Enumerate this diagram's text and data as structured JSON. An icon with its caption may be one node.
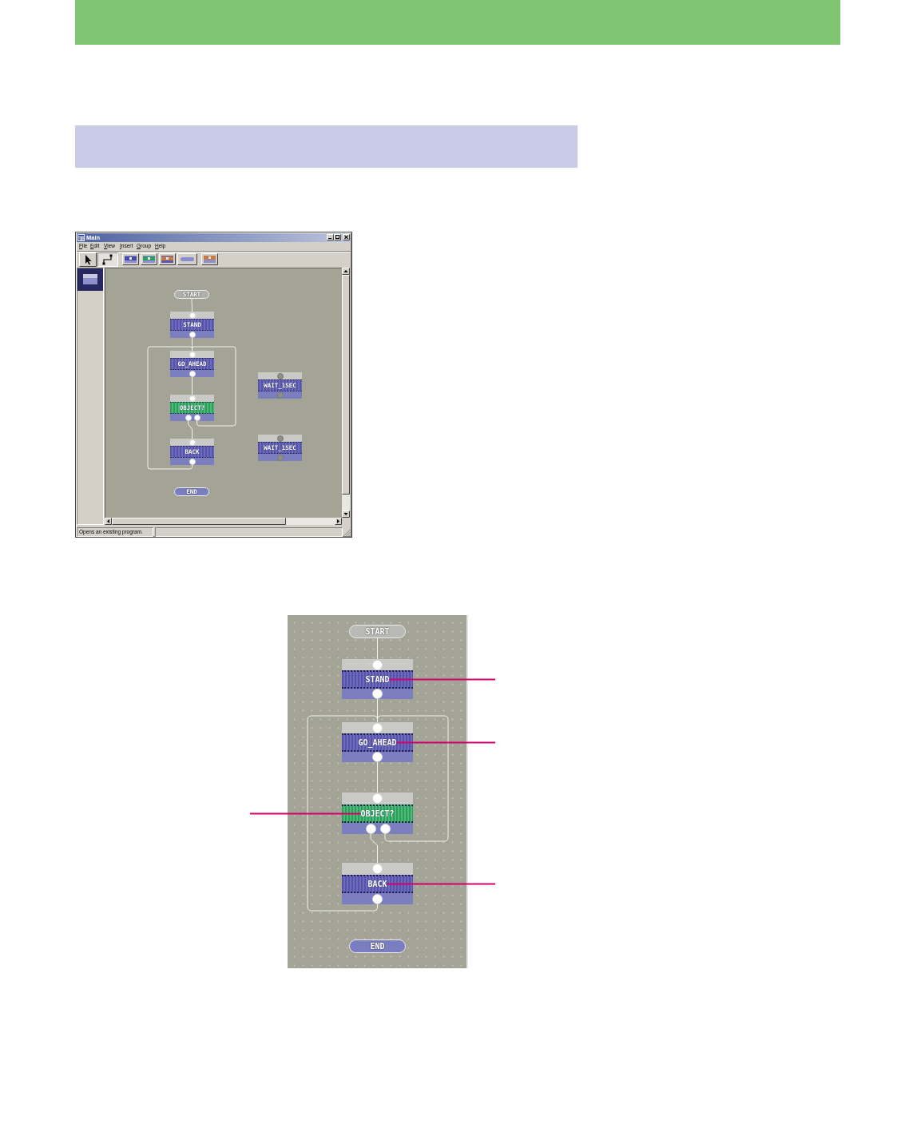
{
  "diagram": {
    "nodes": [
      {
        "text": [],
        "shape": "bar"
      },
      {
        "text": [],
        "shape": "bar"
      },
      {
        "text": [
          "START"
        ]
      },
      {
        "text": [
          "STAND"
        ]
      },
      {
        "text": [
          "GO_AHEAD"
        ]
      },
      {
        "text": [
          "OBJECT?"
        ]
      },
      {
        "text": [
          "BACK"
        ]
      },
      {
        "text": [
          "END"
        ]
      },
      {
        "text": [
          "WAIT_1SEC"
        ]
      },
      {
        "text": [
          "WAIT_1SEC"
        ]
      },
      {
        "text": [
          "START"
        ]
      },
      {
        "text": [
          "STAND"
        ]
      },
      {
        "text": [
          "GO_AHEAD"
        ]
      },
      {
        "text": [
          "OBJECT?"
        ]
      },
      {
        "text": [
          "BACK"
        ]
      },
      {
        "text": [
          "END"
        ]
      }
    ],
    "edges": [
      {
        "from": 2,
        "to": 3,
        "arrow": "none"
      },
      {
        "from": 3,
        "to": 4,
        "arrow": "none"
      },
      {
        "from": 4,
        "to": 5,
        "arrow": "none"
      },
      {
        "from": 5,
        "to": 6,
        "arrow": "none"
      },
      {
        "from": 5,
        "to": 4,
        "arrow": "none"
      },
      {
        "from": 6,
        "to": 4,
        "arrow": "none"
      },
      {
        "from": 10,
        "to": 11,
        "arrow": "none"
      },
      {
        "from": 11,
        "to": 12,
        "arrow": "none"
      },
      {
        "from": 12,
        "to": 13,
        "arrow": "none"
      },
      {
        "from": 13,
        "to": 14,
        "arrow": "none"
      },
      {
        "from": 13,
        "to": 12,
        "arrow": "none"
      },
      {
        "from": 14,
        "to": 12,
        "arrow": "none"
      },
      {
        "from": null,
        "to": 11,
        "arrow": "none",
        "color": "#d5006d"
      },
      {
        "from": null,
        "to": 12,
        "arrow": "none",
        "color": "#d5006d"
      },
      {
        "from": null,
        "to": 13,
        "arrow": "none",
        "color": "#d5006d"
      },
      {
        "from": null,
        "to": 14,
        "arrow": "none",
        "color": "#d5006d"
      }
    ],
    "labels": [
      "Main",
      "File",
      "Edit",
      "View",
      "Insert",
      "Group",
      "Help",
      "Opens an existing program."
    ]
  }
}
